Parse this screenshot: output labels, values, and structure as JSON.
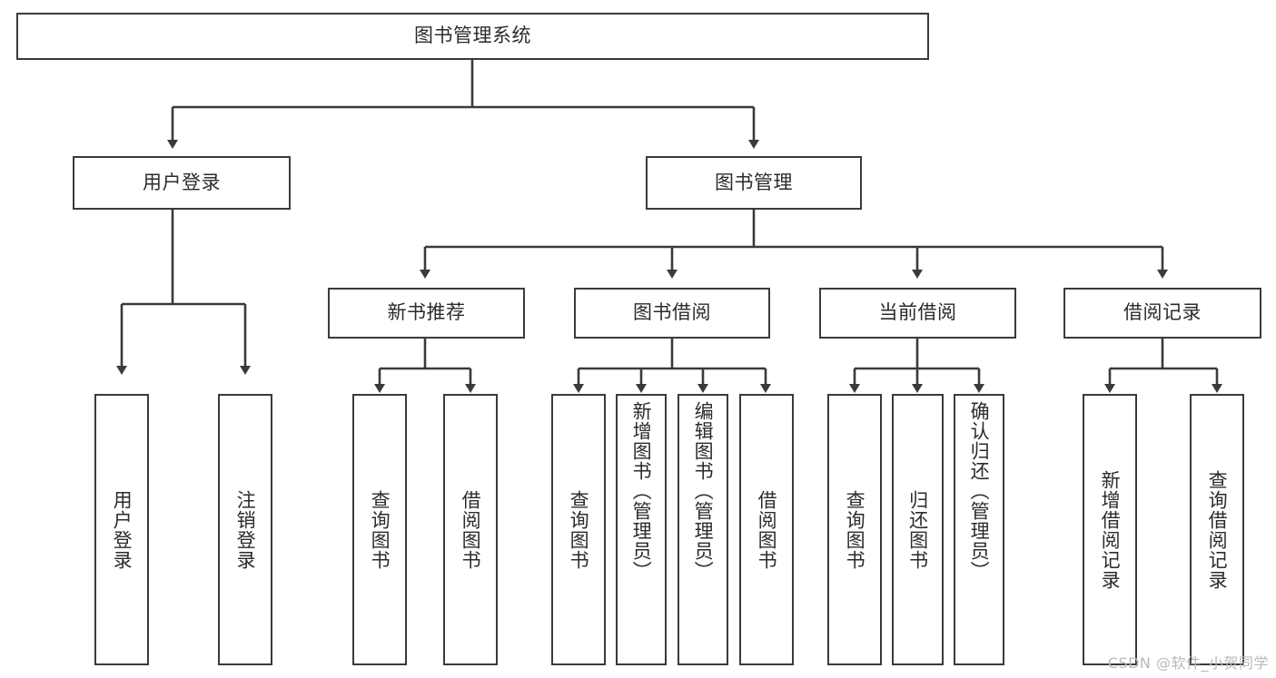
{
  "diagram": {
    "type": "tree",
    "title": "图书管理系统",
    "orientation": "top-down",
    "colors": {
      "stroke": "#3a3a3a",
      "fill": "#ffffff",
      "text": "#2b2b2b",
      "watermark": "#b9b9b9",
      "background": "#ffffff"
    }
  },
  "watermark": {
    "text": "CSDN @软件_小贺同学"
  },
  "nodes": {
    "root": {
      "label": "图书管理系统",
      "level": 0
    },
    "level1": [
      {
        "id": "user-login",
        "label": "用户登录"
      },
      {
        "id": "book-manage",
        "label": "图书管理"
      }
    ],
    "level2": [
      {
        "id": "new-book-recommend",
        "label": "新书推荐",
        "parent": "book-manage"
      },
      {
        "id": "book-borrow",
        "label": "图书借阅",
        "parent": "book-manage"
      },
      {
        "id": "current-borrow",
        "label": "当前借阅",
        "parent": "book-manage"
      },
      {
        "id": "borrow-record",
        "label": "借阅记录",
        "parent": "book-manage"
      }
    ],
    "leaves": [
      {
        "id": "leaf-user-login",
        "label": "用户登录",
        "parent": "user-login"
      },
      {
        "id": "leaf-user-logout",
        "label": "注销登录",
        "parent": "user-login"
      },
      {
        "id": "leaf-query-book-1",
        "label": "查询图书",
        "parent": "new-book-recommend"
      },
      {
        "id": "leaf-borrow-book-1",
        "label": "借阅图书",
        "parent": "new-book-recommend"
      },
      {
        "id": "leaf-query-book-2",
        "label": "查询图书",
        "parent": "book-borrow"
      },
      {
        "id": "leaf-add-book",
        "label": "新增图书（管理员）",
        "parent": "book-borrow"
      },
      {
        "id": "leaf-edit-book",
        "label": "编辑图书（管理员）",
        "parent": "book-borrow"
      },
      {
        "id": "leaf-borrow-book-2",
        "label": "借阅图书",
        "parent": "book-borrow"
      },
      {
        "id": "leaf-query-book-3",
        "label": "查询图书",
        "parent": "current-borrow"
      },
      {
        "id": "leaf-return-book",
        "label": "归还图书",
        "parent": "current-borrow"
      },
      {
        "id": "leaf-confirm-return",
        "label": "确认归还（管理员）",
        "parent": "current-borrow"
      },
      {
        "id": "leaf-add-record",
        "label": "新增借阅记录",
        "parent": "borrow-record"
      },
      {
        "id": "leaf-query-record",
        "label": "查询借阅记录",
        "parent": "borrow-record"
      }
    ]
  }
}
